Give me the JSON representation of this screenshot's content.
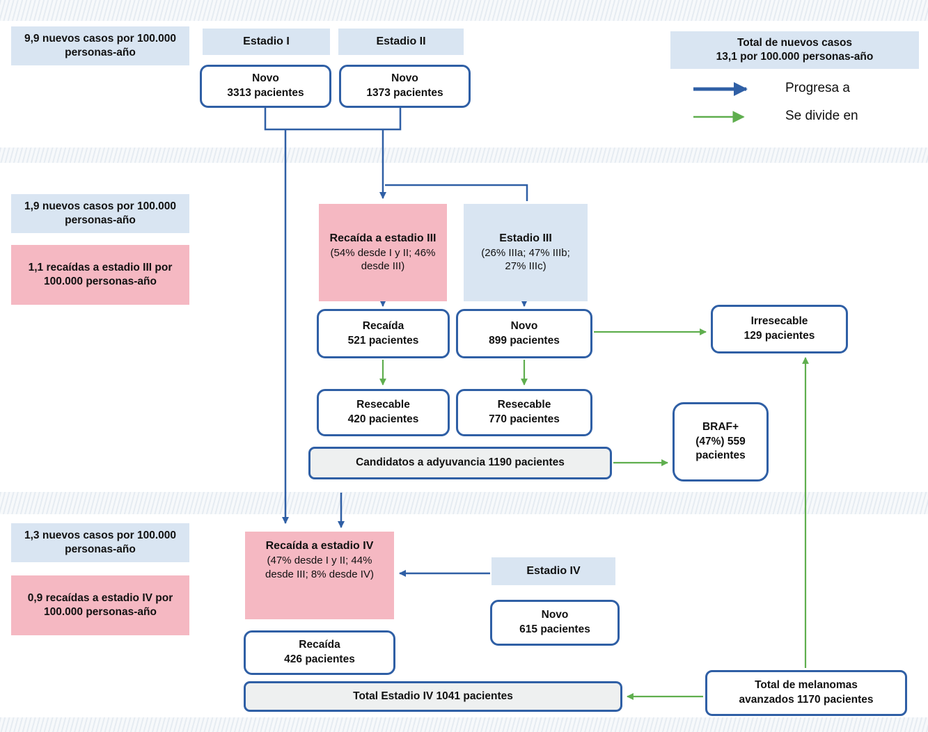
{
  "colors": {
    "stage_label_bg": "#d9e5f2",
    "relapse_bg": "#f5b8c2",
    "node_border": "#2f5fa5",
    "arrow_blue": "#2f5fa5",
    "arrow_green": "#5fae4e",
    "summary_bg": "#eef0f0"
  },
  "legend": {
    "progress_label": "Progresa a",
    "divide_label": "Se divide en"
  },
  "top_section": {
    "incidence_note": "9,9 nuevos casos por 100.000 personas-año",
    "stage1_label": "Estadio I",
    "stage2_label": "Estadio II",
    "stage1_new": {
      "title": "Novo",
      "value": "3313 pacientes"
    },
    "stage2_new": {
      "title": "Novo",
      "value": "1373 pacientes"
    },
    "total_new": [
      "Total de nuevos casos",
      "13,1 por 100.000 personas-año"
    ]
  },
  "stage3_section": {
    "incidence_note": "1,9 nuevos casos por 100.000 personas-año",
    "relapse_note": "1,1 recaídas a estadio III por 100.000 personas-año",
    "relapse_box": {
      "title": "Recaída a estadio III",
      "detail": "(54% desde I y II; 46% desde III)"
    },
    "stage3_box": {
      "title": "Estadio III",
      "detail": "(26% IIIa; 47% IIIb; 27% IIIc)"
    },
    "relapse_node": {
      "title": "Recaída",
      "value": "521 pacientes"
    },
    "new_node": {
      "title": "Novo",
      "value": "899 pacientes"
    },
    "unresectable_node": {
      "title": "Irresecable",
      "value": "129 pacientes"
    },
    "resectable_relapse_node": {
      "title": "Resecable",
      "value": "420 pacientes"
    },
    "resectable_new_node": {
      "title": "Resecable",
      "value": "770 pacientes"
    },
    "adjuvant_node": "Candidatos a adyuvancia 1190 pacientes",
    "braf_node": [
      "BRAF+",
      "(47%) 559",
      "pacientes"
    ]
  },
  "stage4_section": {
    "incidence_note": "1,3 nuevos casos por 100.000 personas-año",
    "relapse_note": "0,9 recaídas a estadio IV por 100.000 personas-año",
    "relapse_box": {
      "title": "Recaída a estadio IV",
      "detail": "(47% desde I y II; 44% desde III; 8% desde IV)"
    },
    "stage4_label": "Estadio IV",
    "new_node": {
      "title": "Novo",
      "value": "615 pacientes"
    },
    "relapse_node": {
      "title": "Recaída",
      "value": "426 pacientes"
    },
    "total_stage4_node": "Total Estadio IV 1041 pacientes",
    "advanced_total": [
      "Total de melanomas",
      "avanzados 1170 pacientes"
    ]
  }
}
